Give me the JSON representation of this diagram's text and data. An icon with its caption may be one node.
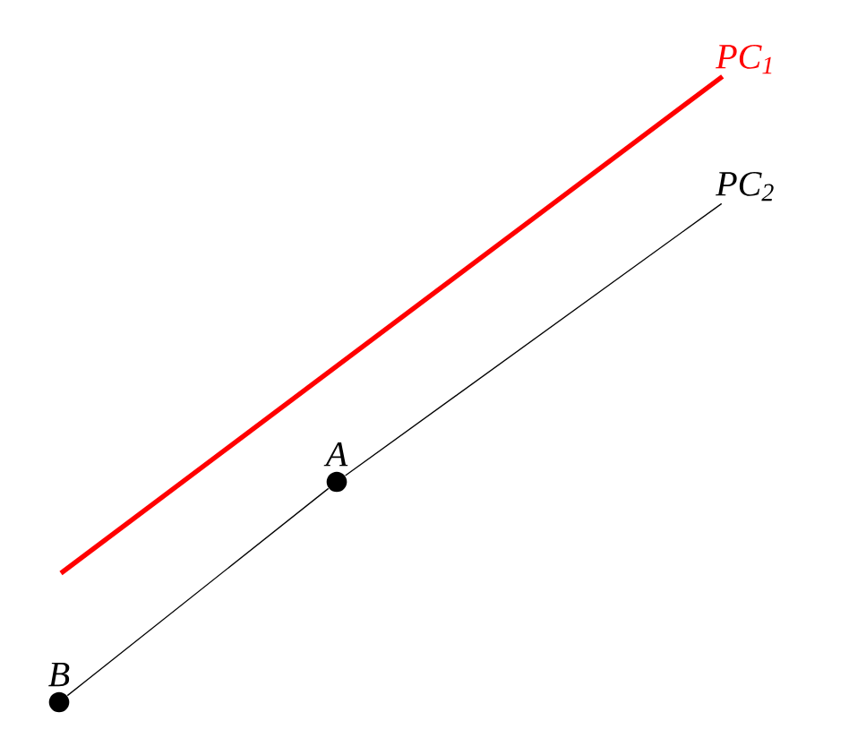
{
  "diagram": {
    "nodes": [
      {
        "text": [
          "PC$_{1}$"
        ]
      },
      {
        "text": [
          "PC$_{2}$"
        ]
      },
      {
        "text": [
          "A"
        ]
      },
      {
        "text": [
          "B"
        ]
      }
    ],
    "edges": [
      {
        "from": null,
        "to": 0,
        "arrow": "none",
        "style": "thick",
        "color": "#ff0000"
      },
      {
        "from": 3,
        "to": 2,
        "arrow": "none"
      },
      {
        "from": 2,
        "to": 1,
        "arrow": "none"
      }
    ]
  }
}
